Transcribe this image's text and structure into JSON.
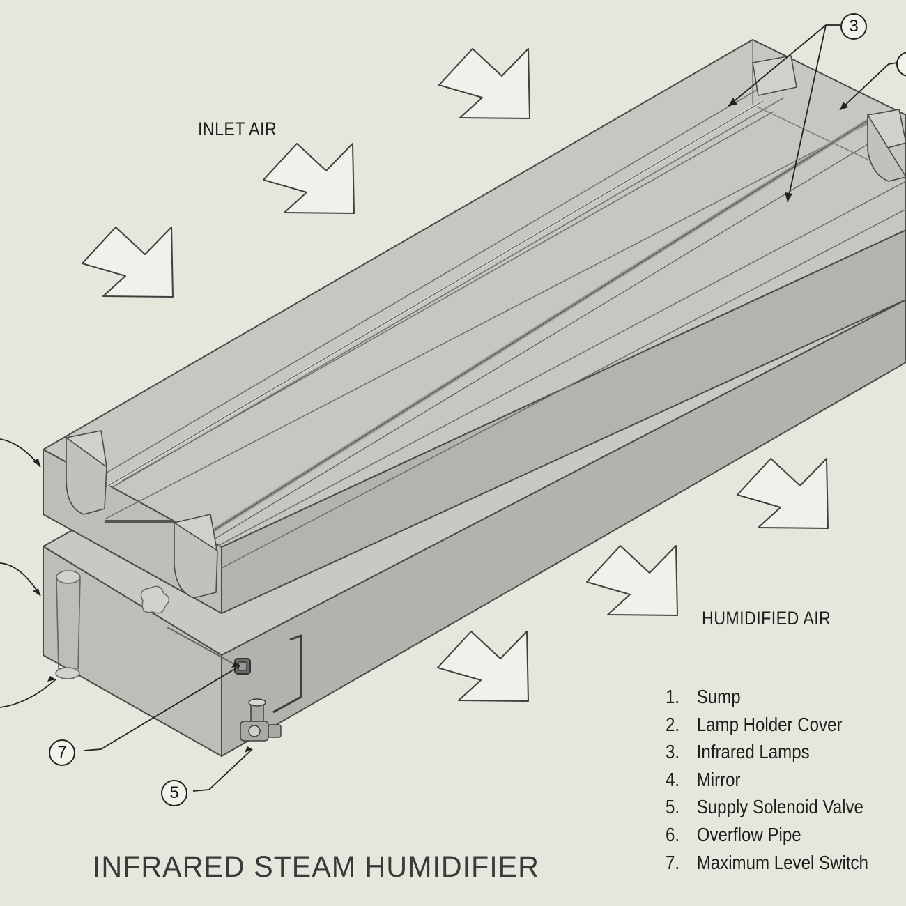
{
  "labels": {
    "inlet_air": "INLET AIR",
    "humidified_air": "HUMIDIFIED AIR",
    "title": "INFRARED STEAM HUMIDIFIER"
  },
  "callouts": {
    "lamps": "3",
    "level_switch": "7",
    "solenoid_valve": "5"
  },
  "legend": [
    {
      "num": "1.",
      "text": "Sump"
    },
    {
      "num": "2.",
      "text": "Lamp Holder Cover"
    },
    {
      "num": "3.",
      "text": "Infrared Lamps"
    },
    {
      "num": "4.",
      "text": "Mirror"
    },
    {
      "num": "5.",
      "text": "Supply Solenoid Valve"
    },
    {
      "num": "6.",
      "text": "Overflow Pipe"
    },
    {
      "num": "7.",
      "text": "Maximum Level Switch"
    }
  ],
  "colors": {
    "background": "#e7e6dd",
    "housing_fill": "#c5c4bf",
    "housing_side": "#b4b3ad",
    "outline": "#4a4a4a",
    "arrow_fill": "#f1f0ea"
  }
}
